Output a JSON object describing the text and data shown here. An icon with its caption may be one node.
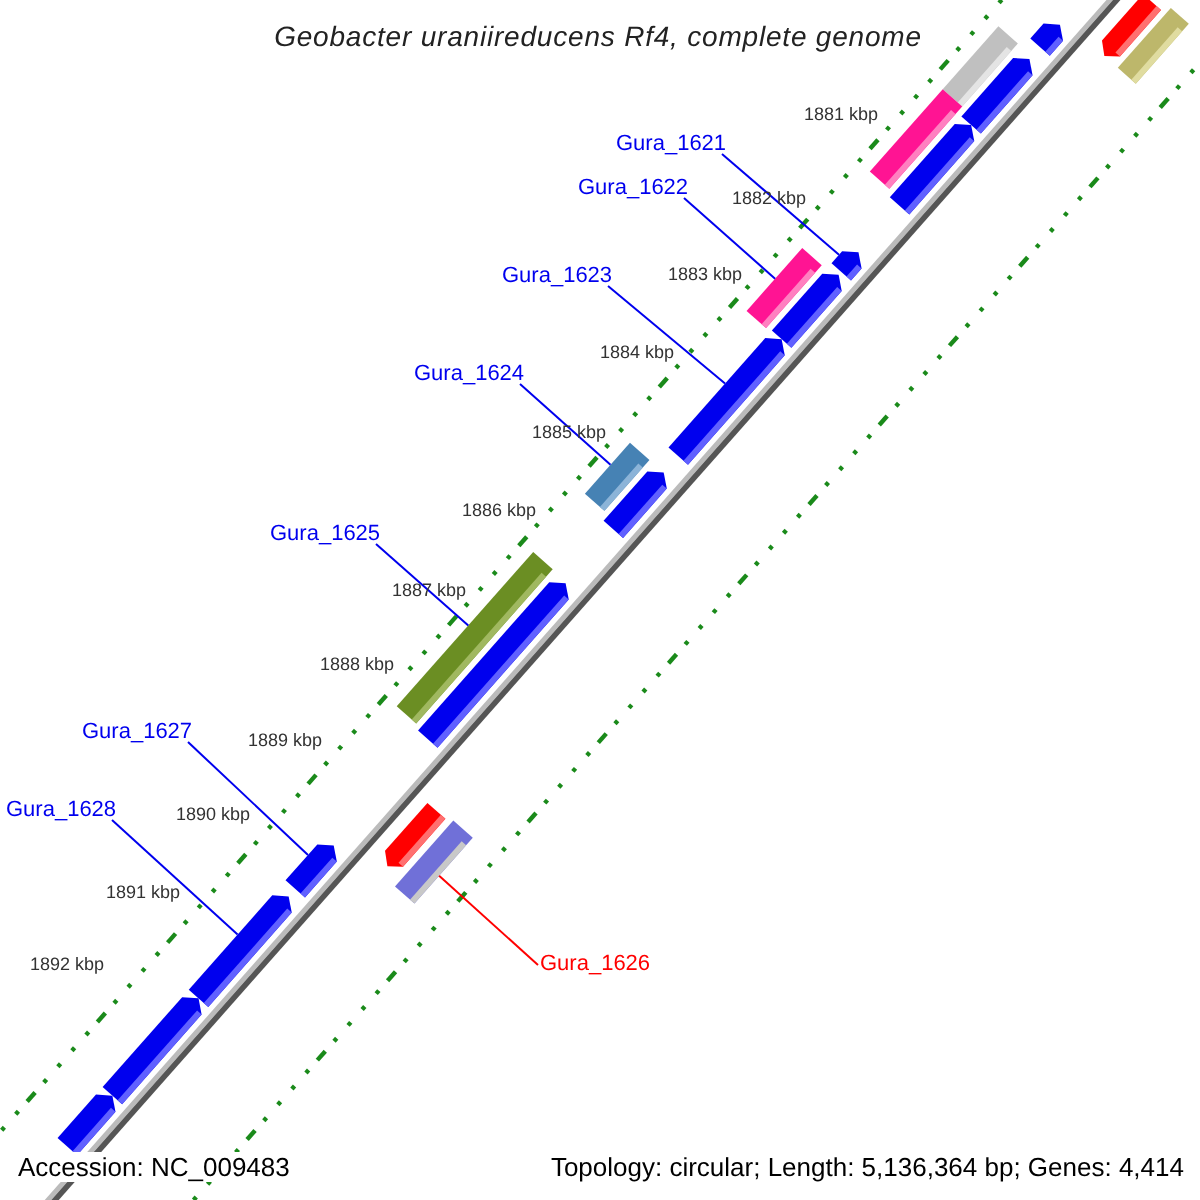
{
  "diagram": {
    "title": "Geobacter uraniireducens Rf4, complete genome",
    "nodes": [
      {
        "text": [
          "Gura_1621"
        ]
      },
      {
        "text": [
          "Gura_1622"
        ]
      },
      {
        "text": [
          "Gura_1623"
        ]
      },
      {
        "text": [
          "Gura_1624"
        ]
      },
      {
        "text": [
          "Gura_1625"
        ]
      },
      {
        "text": [
          "Gura_1627"
        ]
      },
      {
        "text": [
          "Gura_1628"
        ]
      },
      {
        "text": [
          "Gura_1626"
        ]
      },
      {
        "text": [],
        "shape": "arrow"
      },
      {
        "text": [],
        "shape": "bar"
      },
      {
        "text": [],
        "shape": "arrow"
      },
      {
        "text": [],
        "shape": "bar"
      },
      {
        "text": [],
        "shape": "arrow"
      },
      {
        "text": [],
        "shape": "bar"
      },
      {
        "text": [],
        "shape": "arrow"
      },
      {
        "text": [],
        "shape": "arrow"
      },
      {
        "text": [],
        "shape": "bar"
      },
      {
        "text": [],
        "shape": "arrow"
      },
      {
        "text": [],
        "shape": "arrow"
      },
      {
        "text": [],
        "shape": "bar"
      },
      {
        "text": [],
        "shape": "arrow"
      },
      {
        "text": [],
        "shape": "bar"
      },
      {
        "text": [],
        "shape": "arrow"
      },
      {
        "text": [],
        "shape": "arrow"
      },
      {
        "text": [],
        "shape": "bar"
      },
      {
        "text": [],
        "shape": "arrow"
      },
      {
        "text": [],
        "shape": "arrow"
      },
      {
        "text": [],
        "shape": "arrow"
      },
      {
        "text": [],
        "shape": "arrow"
      }
    ],
    "edges": [
      {
        "from": 0,
        "to": 15,
        "arrow": "none"
      },
      {
        "from": 1,
        "to": 16,
        "arrow": "none"
      },
      {
        "from": 2,
        "to": 18,
        "arrow": "none"
      },
      {
        "from": 3,
        "to": 19,
        "arrow": "none"
      },
      {
        "from": 4,
        "to": 21,
        "arrow": "none"
      },
      {
        "from": 5,
        "to": 25,
        "arrow": "none"
      },
      {
        "from": 6,
        "to": 26,
        "arrow": "none"
      },
      {
        "from": 7,
        "to": 24,
        "arrow": "none",
        "color": "#ff0000"
      }
    ],
    "labels": [
      "1881 kbp",
      "1882 kbp",
      "1883 kbp",
      "1884 kbp",
      "1885 kbp",
      "1886 kbp",
      "1887 kbp",
      "1888 kbp",
      "1889 kbp",
      "1890 kbp",
      "1891 kbp",
      "1892 kbp",
      "Accession: NC_009483",
      "Topology: circular; Length: 5,136,364 bp; Genes: 4,414"
    ]
  }
}
